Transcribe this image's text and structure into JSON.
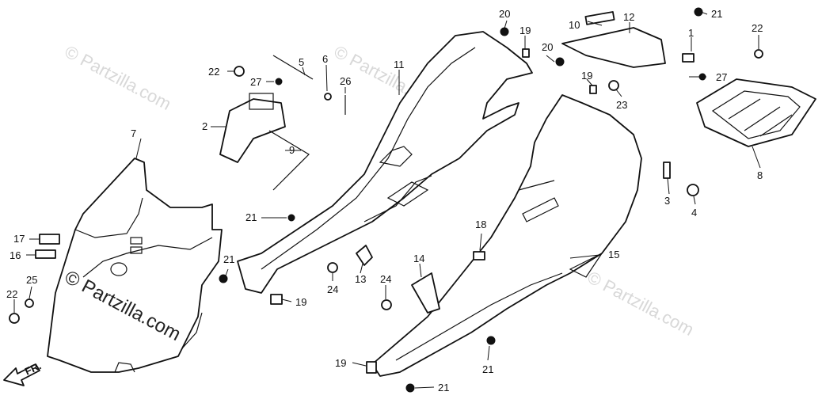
{
  "watermark": {
    "text": "© Partzilla.com"
  },
  "direction_label": "FR.",
  "callouts": [
    "1",
    "2",
    "3",
    "4",
    "5",
    "6",
    "7",
    "8",
    "9",
    "10",
    "11",
    "12",
    "13",
    "14",
    "15",
    "16",
    "17",
    "18",
    "19",
    "19",
    "19",
    "19",
    "20",
    "20",
    "21",
    "21",
    "21",
    "21",
    "21",
    "22",
    "22",
    "22",
    "23",
    "24",
    "24",
    "25",
    "26",
    "27",
    "27"
  ]
}
